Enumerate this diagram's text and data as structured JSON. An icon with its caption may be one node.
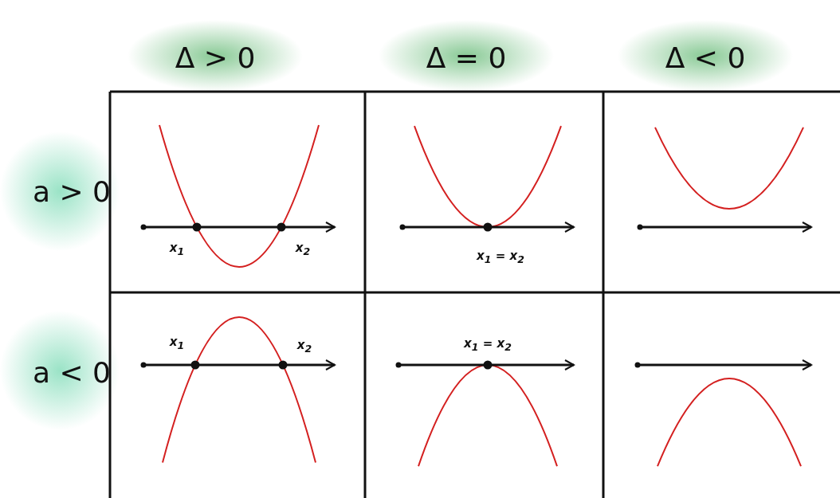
{
  "diagram": {
    "labels": [
      "Δ > 0",
      "Δ = 0",
      "Δ < 0",
      "a > 0",
      "x$_{1}$",
      "x$_{2}$",
      "x$_{1}$ = x$_{2}$",
      "a < 0",
      "x$_{1}$",
      "x$_{2}$",
      "x$_{1}$ = x$_{2}$"
    ]
  }
}
